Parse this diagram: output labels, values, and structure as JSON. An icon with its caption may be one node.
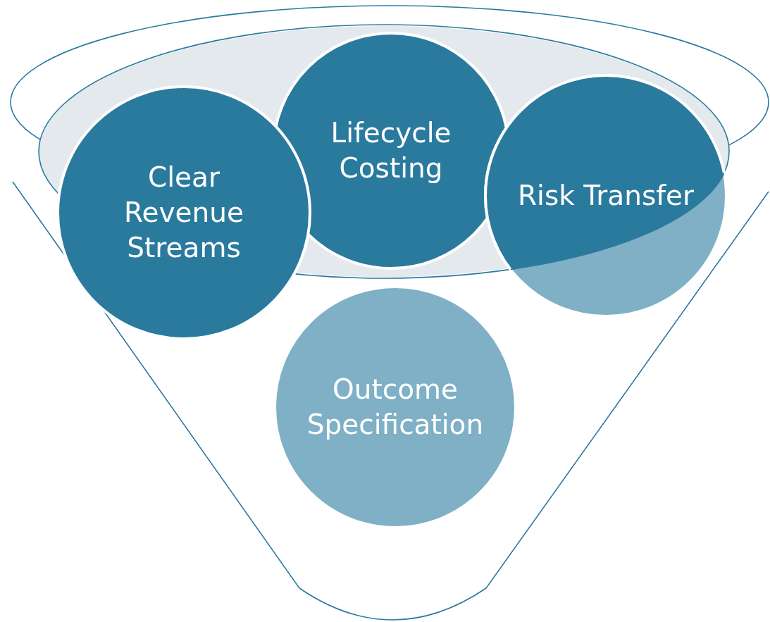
{
  "diagram": {
    "nodes": [
      {
        "text": [
          "Clear Revenue Streams"
        ]
      },
      {
        "text": [
          "Lifecycle Costing"
        ]
      },
      {
        "text": [
          "Risk Transfer"
        ]
      },
      {
        "text": [
          "Outcome Specification"
        ]
      }
    ]
  }
}
